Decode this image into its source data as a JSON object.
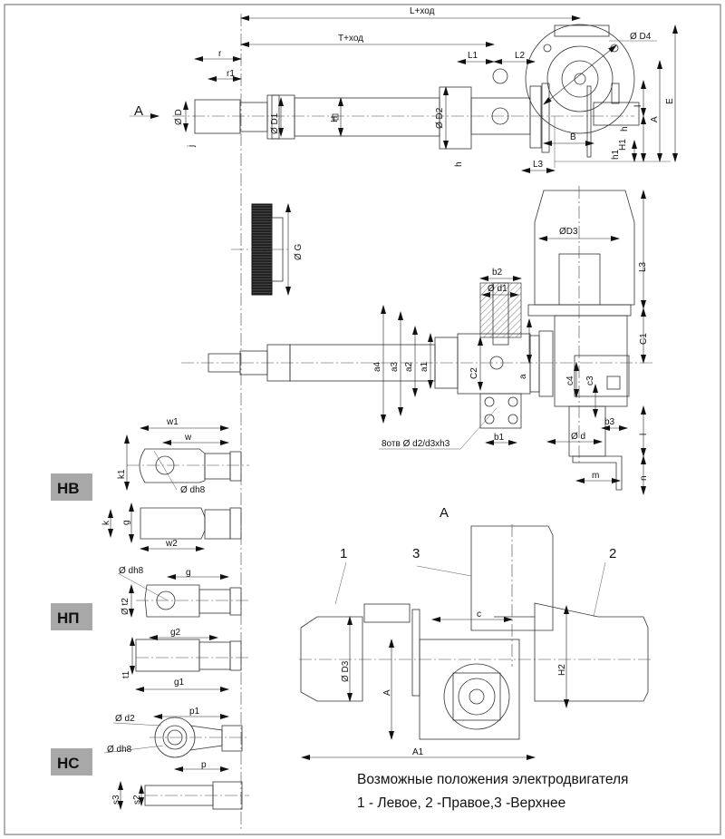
{
  "labels": {
    "L_stroke": "L+ход",
    "T_stroke": "T+ход",
    "view_A_arrow": "A",
    "r": "r",
    "r1": "r1",
    "D": "Ø D",
    "j": "j",
    "D1": "Ø D1",
    "H": "H",
    "D2": "Ø D2",
    "L1": "L1",
    "L2": "L2",
    "D4": "Ø D4",
    "E": "E",
    "A_top": "A",
    "l_top": "l",
    "h_right": "h",
    "B": "B",
    "H1": "H1",
    "h1": "h1",
    "h_bottom": "h",
    "L3_top": "L3",
    "G": "Ø G",
    "D3_mid": "ØD3",
    "L3_mid": "L3",
    "b2": "b2",
    "d1": "Ø d1",
    "a4": "a4",
    "a3": "a3",
    "a2": "a2",
    "a1": "a1",
    "C2": "C2",
    "a": "a",
    "C1": "C1",
    "c4": "c4",
    "c3": "c3",
    "b3": "b3",
    "l_mid": "l",
    "d": "Ø d",
    "b1": "b1",
    "holes": "8отв   Ø  d2/d3xh3",
    "m": "m",
    "n": "n",
    "w1": "w1",
    "w": "w",
    "k1": "k1",
    "dh8_hv": "Ø dh8",
    "k": "k",
    "g_hv": "g",
    "w2": "w2",
    "dh8_hp": "Ø dh8",
    "g_hp": "g",
    "t2": "Ø t2",
    "g2": "g2",
    "t1": "t1",
    "g1": "g1",
    "p1": "p1",
    "d2": "Ø d2",
    "dh8_hs": "Ø dh8",
    "p": "p",
    "s3": "s3",
    "s2": "s2",
    "view_A_title": "A",
    "pos1": "1",
    "pos3": "3",
    "pos2": "2",
    "c": "c",
    "D3_bottom": "Ø D3",
    "A_bottom": "A",
    "H2": "H2",
    "A1": "A1"
  },
  "badges": {
    "hv": "НВ",
    "hp": "НП",
    "hs": "НС"
  },
  "caption": {
    "line1": "Возможные положения электродвигателя",
    "line2": "1 - Левое, 2 -Правое,3 -Верхнее"
  }
}
